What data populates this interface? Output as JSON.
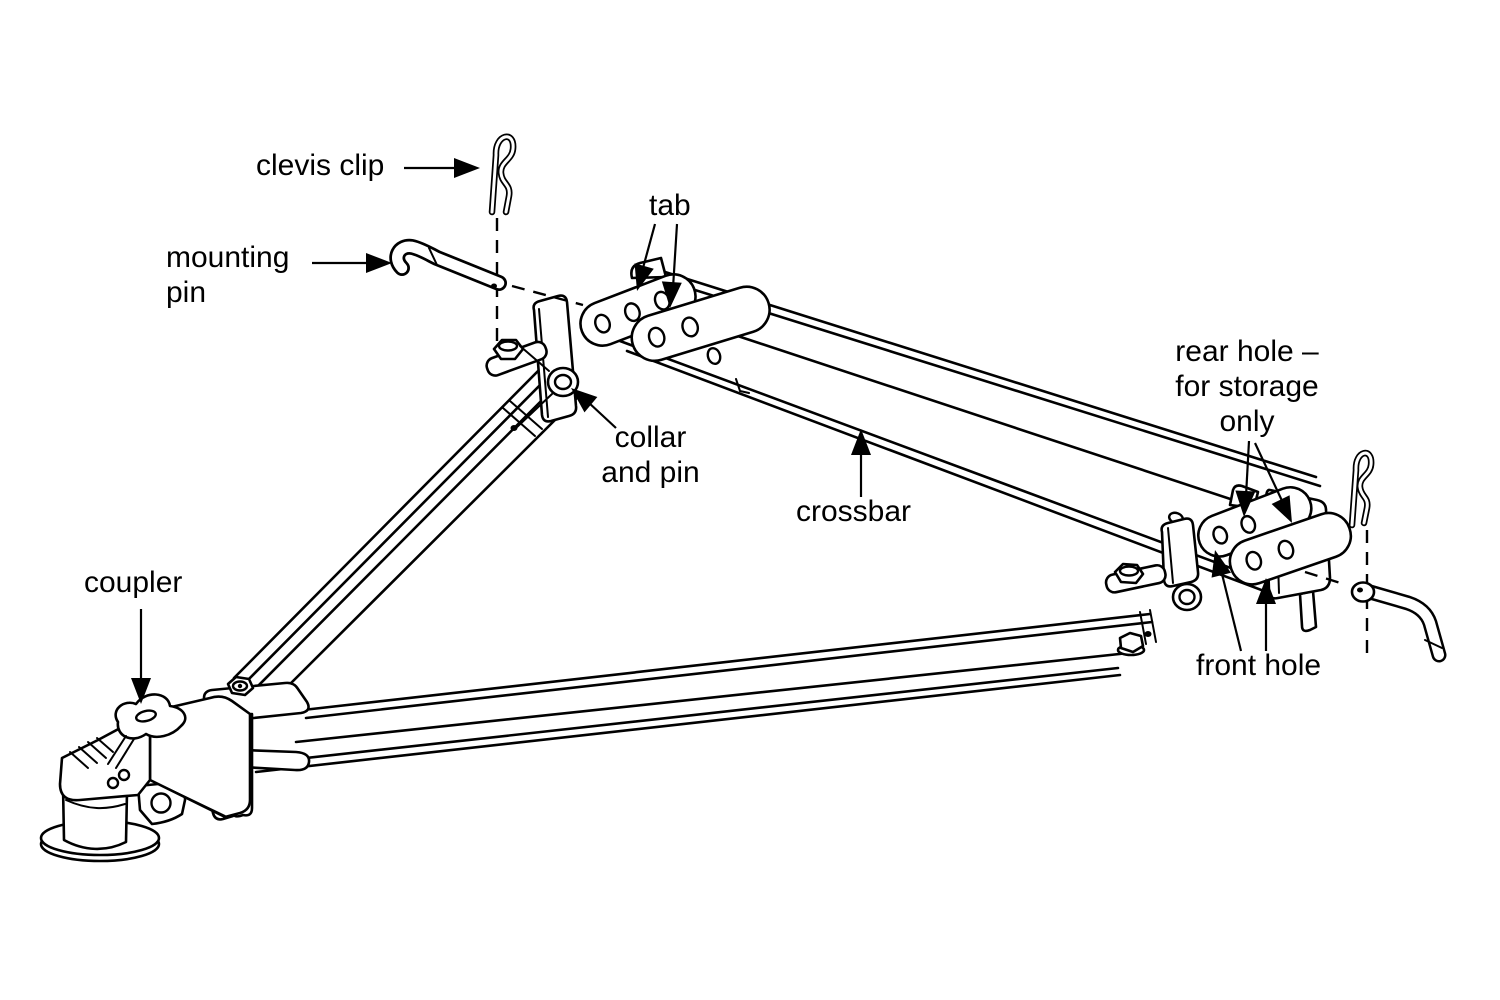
{
  "figure": {
    "colors": {
      "ink": "#000000",
      "paper": "#ffffff"
    },
    "labels": {
      "clevis_clip": {
        "text": "clevis clip"
      },
      "mounting_pin": {
        "line1": "mounting",
        "line2": "pin"
      },
      "tab": {
        "text": "tab"
      },
      "rear_hole": {
        "line1": "rear hole –",
        "line2": "for storage",
        "line3": "only"
      },
      "collar_and_pin": {
        "line1": "collar",
        "line2": "and pin"
      },
      "crossbar": {
        "text": "crossbar"
      },
      "coupler": {
        "text": "coupler"
      },
      "front_hole": {
        "text": "front hole"
      }
    }
  }
}
